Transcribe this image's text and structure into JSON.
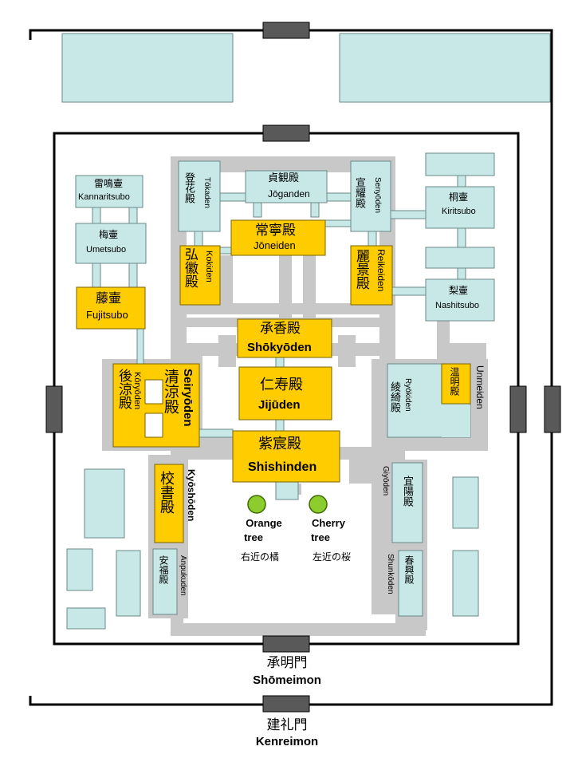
{
  "colors": {
    "light_building": "#c8e8e8",
    "main_building": "#ffcc00",
    "corridor": "#c8c8c8",
    "wall": "#000000",
    "gate": "#595959",
    "tree": "#8ccc2c"
  },
  "gates": {
    "shomeimon": {
      "jp": "承明門",
      "en": "Shōmeimon"
    },
    "kenreimon": {
      "jp": "建礼門",
      "en": "Kenreimon"
    }
  },
  "buildings": {
    "kannaritsubo": {
      "jp": "雷鳴壷",
      "en": "Kannaritsubo"
    },
    "umetsubo": {
      "jp": "梅壷",
      "en": "Umetsubo"
    },
    "fujitsubo": {
      "jp": "藤壷",
      "en": "Fujitsubo"
    },
    "tokaden": {
      "jp": "登花殿",
      "en": "Tōkaden"
    },
    "joganden": {
      "jp": "貞観殿",
      "en": "Jōganden"
    },
    "senyoden": {
      "jp": "宣耀殿",
      "en": "Senyōden"
    },
    "kiritsubo": {
      "jp": "桐壷",
      "en": "Kiritsubo"
    },
    "joneiden": {
      "jp": "常寧殿",
      "en": "Jōneiden"
    },
    "kokiden": {
      "jp": "弘徽殿",
      "en": "Kokiden"
    },
    "reikeiden": {
      "jp": "麗景殿",
      "en": "Reikeiden"
    },
    "nashitsubo": {
      "jp": "梨壷",
      "en": "Nashitsubo"
    },
    "shokyoden": {
      "jp": "承香殿",
      "en": "Shōkyōden"
    },
    "jijuden": {
      "jp": "仁寿殿",
      "en": "Jijūden"
    },
    "shishinden": {
      "jp": "紫宸殿",
      "en": "Shishinden"
    },
    "seiryoden": {
      "jp": "清涼殿",
      "en": "Seiryōden"
    },
    "koryoden": {
      "jp": "後涼殿",
      "en": "Kōryōden"
    },
    "ryokiden": {
      "jp": "綾綺殿",
      "en": "Ryōkiden"
    },
    "unmeiden": {
      "jp": "温明殿",
      "en": "Unmeiden"
    },
    "kyoshoden": {
      "jp": "校書殿",
      "en": "Kyōshōden"
    },
    "gyoden": {
      "jp": "宜陽殿",
      "en": "Giyōden"
    },
    "anpukuden": {
      "jp": "安福殿",
      "en": "Anpukuden"
    },
    "shunkoden": {
      "jp": "春興殿",
      "en": "Shunkōden"
    }
  },
  "trees": {
    "orange": {
      "name": "Orange tree",
      "name_l1": "Orange",
      "name_l2": "tree",
      "jp": "右近の橘"
    },
    "cherry": {
      "name": "Cherry tree",
      "name_l1": "Cherry",
      "name_l2": "tree",
      "jp": "左近の桜"
    }
  }
}
